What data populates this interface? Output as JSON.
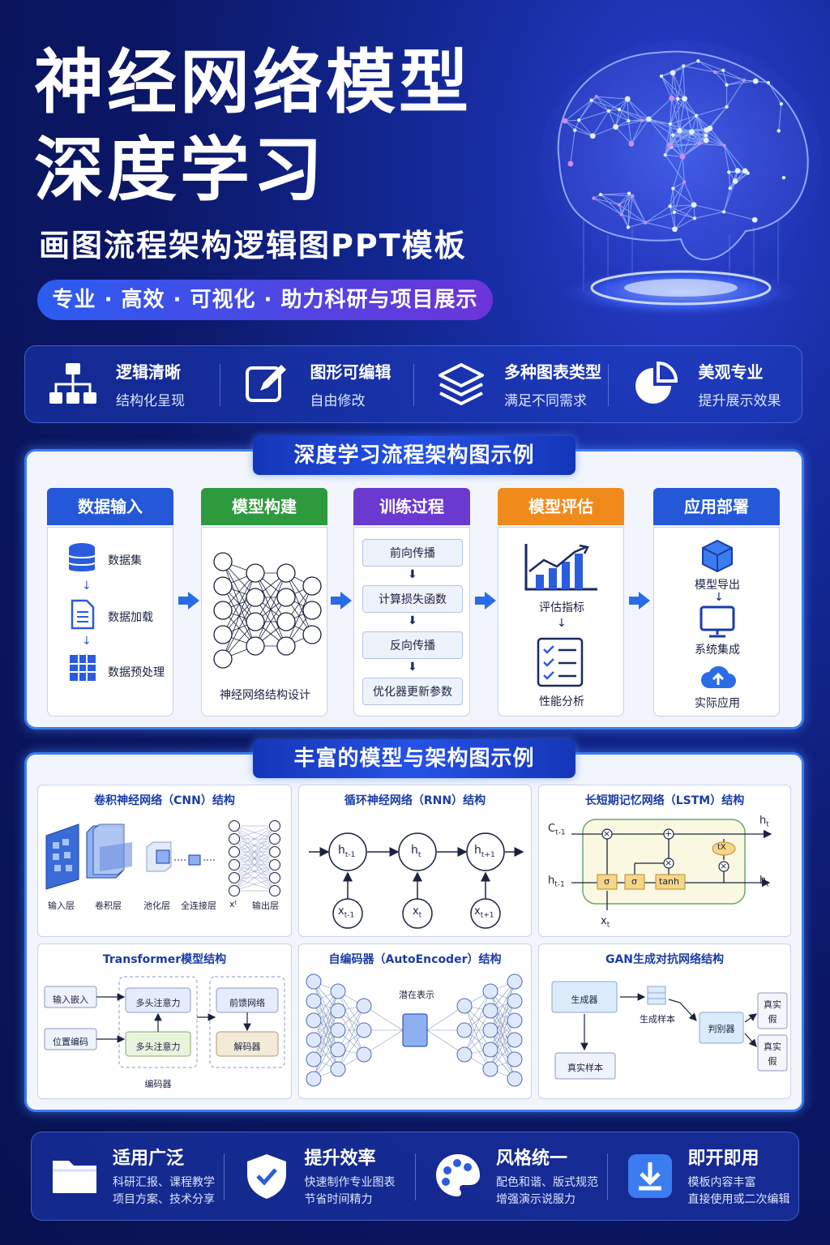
{
  "header": {
    "title_line1": "神经网络模型",
    "title_line2": "深度学习",
    "subtitle": "画图流程架构逻辑图PPT模板",
    "tagline": "专业 · 高效 · 可视化 · 助力科研与项目展示"
  },
  "features": [
    {
      "icon": "hierarchy-icon",
      "title": "逻辑清晰",
      "desc": "结构化呈现"
    },
    {
      "icon": "edit-icon",
      "title": "图形可编辑",
      "desc": "自由修改"
    },
    {
      "icon": "layers-icon",
      "title": "多种图表类型",
      "desc": "满足不同需求"
    },
    {
      "icon": "pie-chart-icon",
      "title": "美观专业",
      "desc": "提升展示效果"
    }
  ],
  "flow": {
    "title": "深度学习流程架构图示例",
    "stages": [
      {
        "title": "数据输入",
        "color": "#2458d8",
        "items": [
          "数据集",
          "数据加载",
          "数据预处理"
        ]
      },
      {
        "title": "模型构建",
        "color": "#2e9a3e",
        "caption": "神经网络结构设计"
      },
      {
        "title": "训练过程",
        "color": "#6a3ad0",
        "steps": [
          "前向传播",
          "计算损失函数",
          "反向传播",
          "优化器更新参数"
        ]
      },
      {
        "title": "模型评估",
        "color": "#f08a1a",
        "items": [
          "评估指标",
          "性能分析"
        ]
      },
      {
        "title": "应用部署",
        "color": "#2458d8",
        "items": [
          "模型导出",
          "系统集成",
          "实际应用"
        ]
      }
    ]
  },
  "models": {
    "title": "丰富的模型与架构图示例",
    "cnn": {
      "title": "卷积神经网络（CNN）结构",
      "labels": [
        "输入层",
        "卷积层",
        "池化层",
        "全连接层",
        "xᵗ",
        "输出层"
      ]
    },
    "rnn": {
      "title": "循环神经网络（RNN）结构",
      "h": [
        "t-1",
        "t",
        "t+1"
      ],
      "x": [
        "t-1",
        "t",
        "t+1"
      ]
    },
    "lstm": {
      "title": "长短期记忆网络（LSTM）结构",
      "gates": [
        "σ",
        "σ",
        "tanh"
      ],
      "ops": [
        "×",
        "+",
        "×",
        "×"
      ],
      "tanh_out": "tX"
    },
    "transformer": {
      "title": "Transformer模型结构",
      "inputs": [
        "输入嵌入",
        "位置编码"
      ],
      "encoder": [
        "多头注意力",
        "多头注意力"
      ],
      "decoder": [
        "前馈网络",
        "解码器"
      ],
      "caption": "编码器"
    },
    "autoencoder": {
      "title": "自编码器（AutoEncoder）结构",
      "latent": "潜在表示"
    },
    "gan": {
      "title": "GAN生成对抗网络结构",
      "generator": "生成器",
      "generated": "生成样本",
      "discriminator": "判别器",
      "real": "真实样本",
      "out1": [
        "真实",
        "假"
      ],
      "out2": [
        "真实",
        "假"
      ]
    }
  },
  "bottom": [
    {
      "icon": "folder-icon",
      "title": "适用广泛",
      "lines": [
        "科研汇报、课程教学",
        "项目方案、技术分享"
      ]
    },
    {
      "icon": "shield-check-icon",
      "title": "提升效率",
      "lines": [
        "快速制作专业图表",
        "节省时间精力"
      ]
    },
    {
      "icon": "palette-icon",
      "title": "风格统一",
      "lines": [
        "配色和谐、版式规范",
        "增强演示说服力"
      ]
    },
    {
      "icon": "download-icon",
      "title": "即开即用",
      "lines": [
        "模板内容丰富",
        "直接使用或二次编辑"
      ]
    }
  ]
}
